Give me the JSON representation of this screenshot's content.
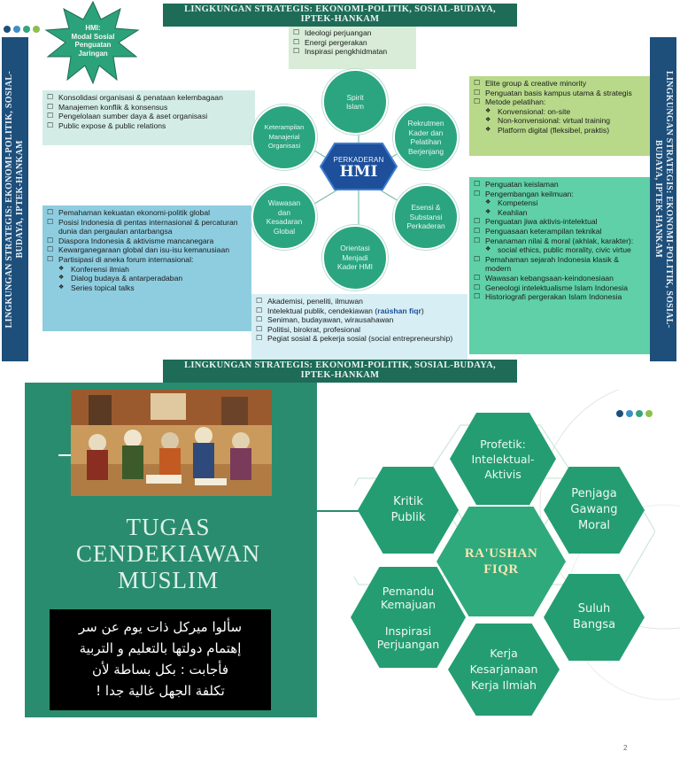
{
  "colors": {
    "band": "#1e6b58",
    "side_band": "#1d4f7a",
    "hex_green": "#249d73",
    "panel_green": "#2a8c6e"
  },
  "top_band": {
    "line1": "LINGKUNGAN STRATEGIS: EKONOMI-POLITIK, SOSIAL-BUDAYA,",
    "line2": "IPTEK-HANKAM"
  },
  "bottom_band": {
    "line1": "LINGKUNGAN STRATEGIS: EKONOMI-POLITIK, SOSIAL-BUDAYA,",
    "line2": "IPTEK-HANKAM"
  },
  "left_band": "LINGKUNGAN STRATEGIS: EKONOMI-POLITIK, SOSIAL-\nBUDAYA, IPTEK-HANKAM",
  "right_band": "LINGKUNGAN STRATEGIS: EKONOMI-POLITIK, SOSIAL-\nBUDAYA, IPTEK-HANKAM",
  "star": {
    "line1": "HMI:",
    "line2": "Modal Sosial",
    "line3": "Penguatan",
    "line4": "Jaringan"
  },
  "top_box": [
    "Ideologi perjuangan",
    "Energi pergerakan",
    "Inspirasi pengkhidmatan"
  ],
  "left_top_box": [
    "Konsolidasi organisasi & penataan kelembagaan",
    "Manajemen konflik & konsensus",
    "Pengelolaan sumber daya & aset organisasi",
    "Public expose & public relations"
  ],
  "left_bottom_box": {
    "items": [
      "Pemahaman kekuatan ekonomi-politik global",
      "Posisi Indonesia di pentas internasional & percaturan dunia dan pergaulan antarbangsa",
      "Diaspora Indonesia & aktivisme mancanegara",
      "Kewarganegaraan global dan isu-isu kemanusiaan",
      "Partisipasi di aneka forum internasional:"
    ],
    "subs": [
      "Konferensi ilmiah",
      "Dialog budaya & antarperadaban",
      "Series topical talks"
    ]
  },
  "right_top_box": {
    "items": [
      "Elite group & creative minority",
      "Penguatan basis kampus utama & strategis",
      "Metode pelatihan:"
    ],
    "subs": [
      "Konvensional: on-site",
      "Non-konvensional: virtual training",
      "Platform digital (fleksibel, praktis)"
    ]
  },
  "right_bottom_box": {
    "a": "Penguatan keislaman",
    "b": "Pengembangan keilmuan:",
    "b_subs": [
      "Kompetensi",
      "Keahlian"
    ],
    "c": "Penguatan jiwa aktivis-intelektual",
    "d": "Penguasaan keterampilan teknikal",
    "e": "Penanaman nilai & moral (akhlak, karakter):",
    "e_subs": [
      "social ethics, public morality, civic virtue"
    ],
    "f": "Pemahaman sejarah Indonesia klasik & modern",
    "g": "Wawasan kebangsaan-keindonesiaan",
    "h": "Geneologi intelektualisme Islam Indonesia",
    "i": "Historiografi pergerakan Islam Indonesia"
  },
  "bottom_box": {
    "item1": "Akademisi, peneliti, ilmuwan",
    "item2_prefix": "Intelektual publik, cendekiawan (",
    "item2_highlight": "raúshan fiqr",
    "item2_suffix": ")",
    "item3": "Seniman, budayawan, wirausahawan",
    "item4": "Politisi, birokrat, profesional",
    "item5": "Pegiat sosial & pekerja sosial (social entrepreneurship)"
  },
  "center": {
    "small": "PERKADERAN",
    "big": "HMI"
  },
  "circles": {
    "spirit": "Spirit\nIslam",
    "rekrutmen": "Rekrutmen\nKader dan\nPelatihan\nBerjenjang",
    "esensi": "Esensi &\nSubstansi\nPerkaderan",
    "orientasi": "Orientasi\nMenjadi\nKader HMI",
    "wawasan": "Wawasan\ndan\nKesadaran\nGlobal",
    "keterampilan": "Keterampilan\nManajerial\nOrganisasi"
  },
  "panel": {
    "title1": "TUGAS",
    "title2": "CENDEKIAWAN",
    "title3": "MUSLIM",
    "arabic1": "سألوا ميركل ذات يوم عن سر",
    "arabic2": "إهتمام دولتها بالتعليم و التربية",
    "arabic3": "فأجابت :  بكل بساطة لأن",
    "arabic4": "تكلفة الجهل غالية جدا !"
  },
  "hexes": {
    "center": "RA'USHAN\nFIQR",
    "profetik": "Profetik:\nIntelektual-\nAktivis",
    "kritik": "Kritik\nPublik",
    "penjaga": "Penjaga\nGawang\nMoral",
    "suluh": "Suluh\nBangsa",
    "kerja": "Kerja\nKesarjanaan\nKerja Ilmiah",
    "pemandu": "Pemandu\nKemajuan\n\nInspirasi\nPerjuangan"
  },
  "page_number": "2",
  "icons": [
    "checkbox-icon",
    "diamond-bullet-icon",
    "star-burst-icon",
    "hexagon-icon",
    "dots-icon"
  ]
}
